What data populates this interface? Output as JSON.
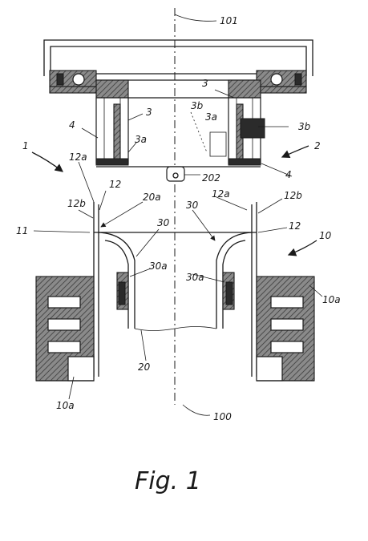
{
  "figure": {
    "caption": "Fig. 1",
    "labels": {
      "l101": "101",
      "l100": "100",
      "l1": "1",
      "l2": "2",
      "l3_left": "3",
      "l3_right": "3",
      "l3a_left": "3a",
      "l3a_right": "3a",
      "l3b_right_upper": "3b",
      "l3b_right_lower": "3b",
      "l4_left": "4",
      "l4_right": "4",
      "l202": "202",
      "l12a_left": "12a",
      "l12b_left": "12b",
      "l12_left": "12",
      "l20a": "20a",
      "l11": "11",
      "l30_left": "30",
      "l30_right": "30",
      "l12a_right": "12a",
      "l12b_right": "12b",
      "l12_right": "12",
      "l10": "10",
      "l30a_left": "30a",
      "l30a_right": "30a",
      "l10a_right": "10a",
      "l10a_left": "10a",
      "l20": "20"
    }
  }
}
